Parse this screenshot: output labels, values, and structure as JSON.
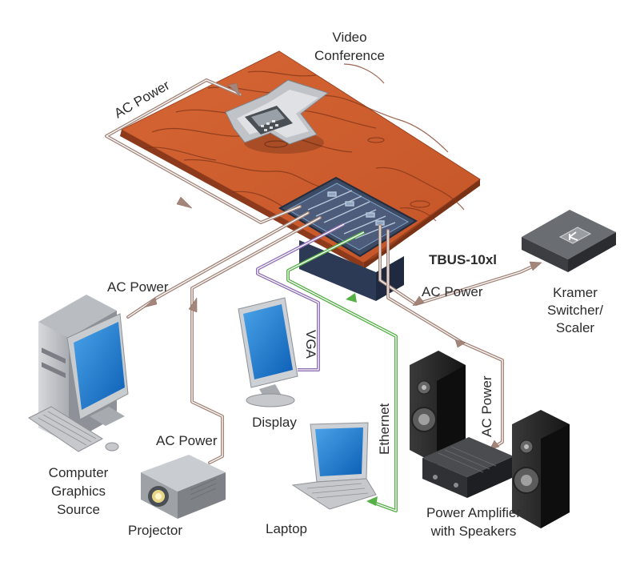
{
  "labels": {
    "video_conference_line1": "Video",
    "video_conference_line2": "Conference",
    "ac_power_table": "AC Power",
    "ac_power_computer": "AC Power",
    "ac_power_kramer": "AC Power",
    "ac_power_projector": "AC Power",
    "ac_power_amplifier": "AC Power",
    "tbus_model": "TBUS-10xl",
    "kramer_line1": "Kramer",
    "kramer_line2": "Switcher/",
    "kramer_line3": "Scaler",
    "vga": "VGA",
    "ethernet": "Ethernet",
    "display": "Display",
    "computer_line1": "Computer",
    "computer_line2": "Graphics",
    "computer_line3": "Source",
    "projector": "Projector",
    "laptop": "Laptop",
    "amplifier_line1": "Power Amplifier",
    "amplifier_line2": "with Speakers"
  },
  "colors": {
    "table_wood": "#c8582c",
    "power_cable": "#a4857a",
    "ethernet_cable": "#55b046",
    "vga_cable": "#8d6fb4",
    "tbus_panel": "#3d4a63"
  }
}
